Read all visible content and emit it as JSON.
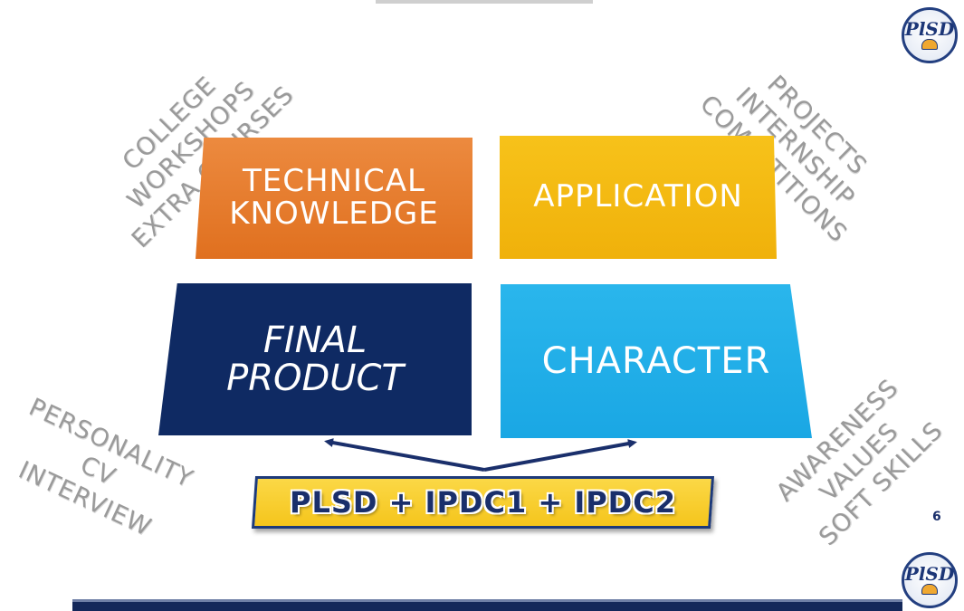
{
  "tiles": {
    "technical": "TECHNICAL\nKNOWLEDGE",
    "application": "APPLICATION",
    "final": "FINAL\nPRODUCT",
    "character": "CHARACTER"
  },
  "labels": {
    "top_left": [
      "COLLEGE",
      "WORKSHOPS",
      "EXTRA COURSES"
    ],
    "top_right": [
      "PROJECTS",
      "INTERNSHIP",
      "COMPETITIONS"
    ],
    "bottom_left": [
      "PERSONALITY",
      "CV",
      "INTERVIEW"
    ],
    "bottom_right": [
      "AWARENESS",
      "VALUES",
      "SOFT SKILLS"
    ]
  },
  "combo": "PLSD + IPDC1 + IPDC2",
  "page_number": "6",
  "logo_text": "PlSD",
  "colors": {
    "technical": "#e0701f",
    "application": "#f0b10a",
    "final": "#0f2a63",
    "character": "#1aa7e4",
    "combo_fill": "#f5c51c",
    "navy": "#14285a",
    "label_gray": "#9a9a9a"
  }
}
